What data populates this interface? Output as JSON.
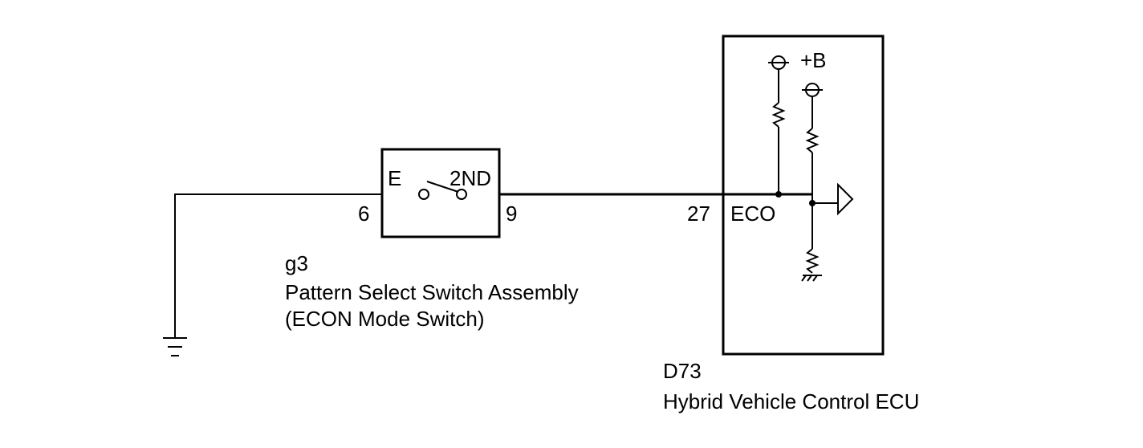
{
  "colors": {
    "ink": "#000000",
    "background": "#ffffff"
  },
  "switch_assembly": {
    "terminal_e": "E",
    "terminal_2nd": "2ND",
    "pin_left": "6",
    "pin_right": "9",
    "connector_id": "g3",
    "name": "Pattern Select Switch Assembly",
    "subname": "(ECON Mode Switch)"
  },
  "ecu": {
    "pin_number": "27",
    "pin_label": "ECO",
    "supply_label": "+B",
    "connector_id": "D73",
    "name": "Hybrid Vehicle Control ECU"
  },
  "icons": {
    "ground": "chassis-ground-icon",
    "resistor": "resistor-icon",
    "switch": "switch-contact-icon",
    "terminal": "power-terminal-icon",
    "output": "signal-output-arrow-icon"
  }
}
